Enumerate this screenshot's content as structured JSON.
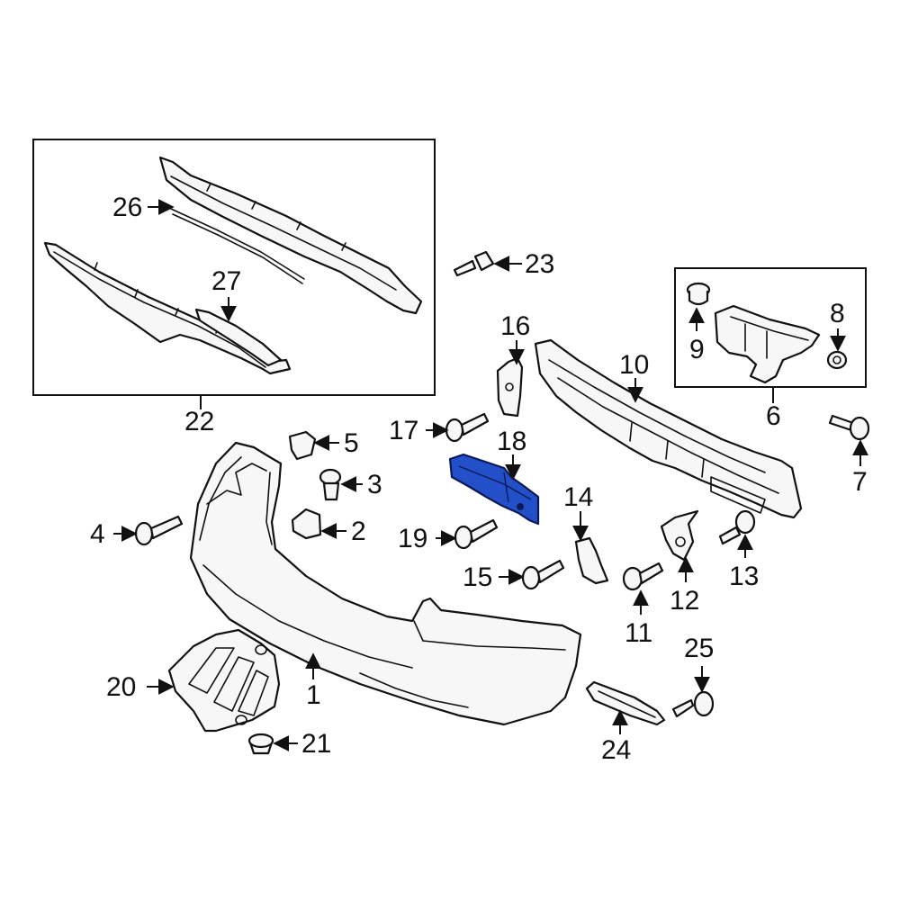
{
  "diagram": {
    "highlight_color": "#2350c8",
    "callouts": {
      "c1": "1",
      "c2": "2",
      "c3": "3",
      "c4": "4",
      "c5": "5",
      "c6": "6",
      "c7": "7",
      "c8": "8",
      "c9": "9",
      "c10": "10",
      "c11": "11",
      "c12": "12",
      "c13": "13",
      "c14": "14",
      "c15": "15",
      "c16": "16",
      "c17": "17",
      "c18": "18",
      "c19": "19",
      "c20": "20",
      "c21": "21",
      "c22": "22",
      "c23": "23",
      "c24": "24",
      "c25": "25",
      "c26": "26",
      "c27": "27"
    }
  }
}
